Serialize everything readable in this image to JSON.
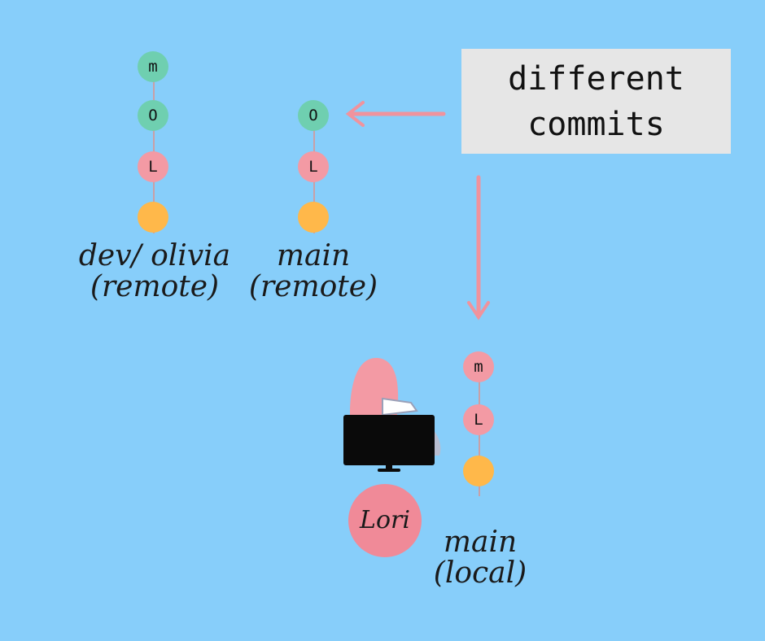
{
  "branches": [
    {
      "name_line1": "dev/ olivia",
      "name_line2": "(remote)",
      "commits": [
        {
          "label": "m",
          "color": "#6fcfb0"
        },
        {
          "label": "O",
          "color": "#6fcfb0"
        },
        {
          "label": "L",
          "color": "#f39aa4"
        },
        {
          "label": "",
          "color": "#ffb84a"
        }
      ]
    },
    {
      "name_line1": "main",
      "name_line2": "(remote)",
      "commits": [
        {
          "label": "O",
          "color": "#6fcfb0"
        },
        {
          "label": "L",
          "color": "#f39aa4"
        },
        {
          "label": "",
          "color": "#ffb84a"
        }
      ]
    },
    {
      "name_line1": "main",
      "name_line2": "(local)",
      "commits": [
        {
          "label": "m",
          "color": "#f39aa4"
        },
        {
          "label": "L",
          "color": "#f39aa4"
        },
        {
          "label": "",
          "color": "#ffb84a"
        }
      ]
    }
  ],
  "callout": {
    "line1": "different",
    "line2": "commits"
  },
  "user": {
    "name": "Lori"
  },
  "colors": {
    "background": "#87cefa",
    "arrow": "#f0939d",
    "callout_bg": "#e6e6e6"
  }
}
